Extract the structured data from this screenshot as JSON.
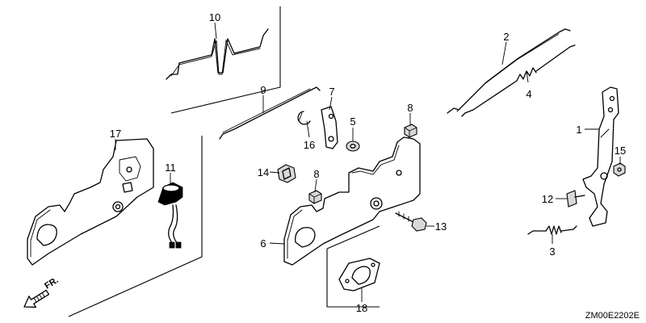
{
  "diagram": {
    "part_labels": [
      {
        "id": "p1",
        "text": "1"
      },
      {
        "id": "p2",
        "text": "2"
      },
      {
        "id": "p3",
        "text": "3"
      },
      {
        "id": "p4",
        "text": "4"
      },
      {
        "id": "p5",
        "text": "5"
      },
      {
        "id": "p6",
        "text": "6"
      },
      {
        "id": "p7",
        "text": "7"
      },
      {
        "id": "p8a",
        "text": "8"
      },
      {
        "id": "p8b",
        "text": "8"
      },
      {
        "id": "p9",
        "text": "9"
      },
      {
        "id": "p10",
        "text": "10"
      },
      {
        "id": "p11",
        "text": "11"
      },
      {
        "id": "p12",
        "text": "12"
      },
      {
        "id": "p13",
        "text": "13"
      },
      {
        "id": "p14",
        "text": "14"
      },
      {
        "id": "p15",
        "text": "15"
      },
      {
        "id": "p16",
        "text": "16"
      },
      {
        "id": "p17",
        "text": "17"
      },
      {
        "id": "p18",
        "text": "18"
      }
    ],
    "direction_label": "FR.",
    "drawing_code": "ZM00E2202E",
    "colors": {
      "line": "#000000",
      "background": "#ffffff"
    }
  }
}
